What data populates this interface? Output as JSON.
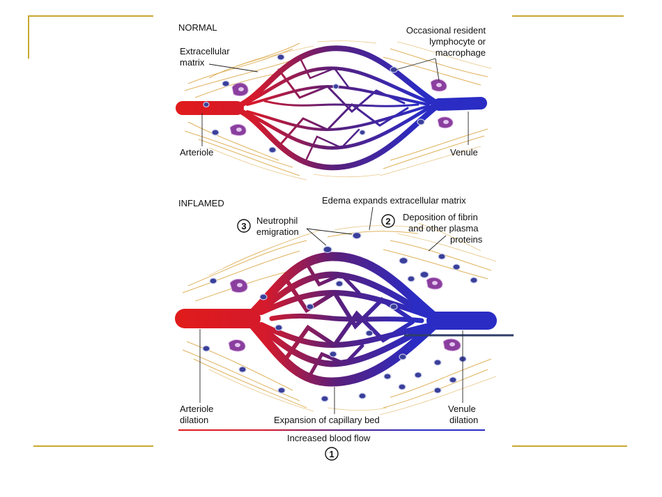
{
  "colors": {
    "arterial": "#e01b1b",
    "venous": "#2a2cc4",
    "mixed": "#5a1f7a",
    "fiber": "#d9a441",
    "slide_rule": "#c8a832",
    "lymphocyte": "#3a3f9a",
    "macrophage": "#8a3f9e"
  },
  "normal": {
    "heading": "NORMAL",
    "extracellular_matrix_1": "Extracellular",
    "extracellular_matrix_2": "matrix",
    "resident_1": "Occasional resident",
    "resident_2": "lymphocyte or",
    "resident_3": "macrophage",
    "arteriole": "Arteriole",
    "venule": "Venule"
  },
  "inflamed": {
    "heading": "INFLAMED",
    "edema": "Edema expands extracellular matrix",
    "neutrophil_1": "Neutrophil",
    "neutrophil_2": "emigration",
    "fibrin_1": "Deposition of fibrin",
    "fibrin_2": "and other plasma",
    "fibrin_3": "proteins",
    "arteriole_1": "Arteriole",
    "arteriole_2": "dilation",
    "venule_1": "Venule",
    "venule_2": "dilation",
    "capillary": "Expansion of capillary bed",
    "blood_flow": "Increased blood flow"
  },
  "badges": {
    "one": "1",
    "two": "2",
    "three": "3"
  }
}
